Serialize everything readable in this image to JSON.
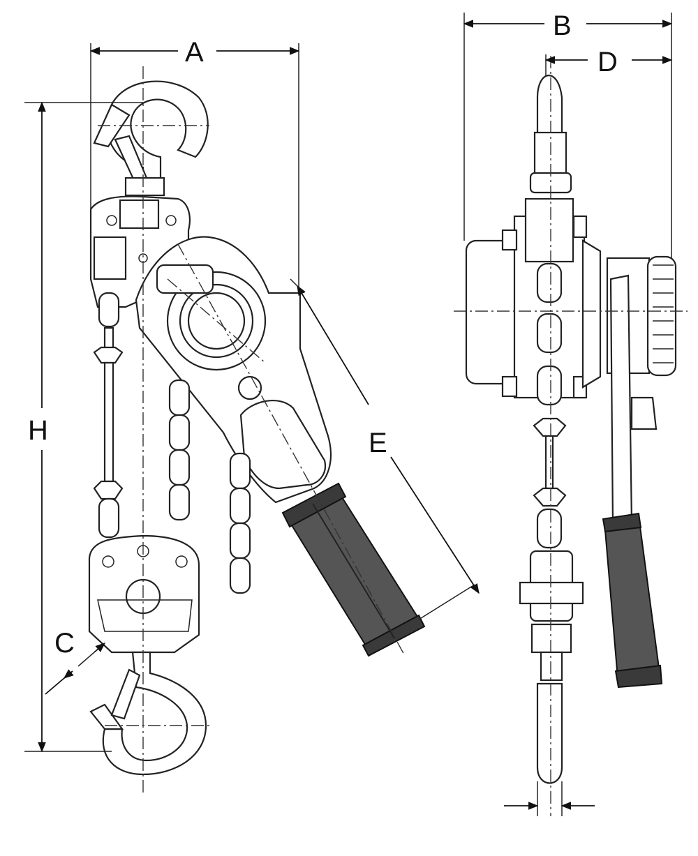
{
  "labels": {
    "a": "A",
    "b": "B",
    "c": "C",
    "d": "D",
    "e": "E",
    "h": "H"
  },
  "colors": {
    "line": "#222222",
    "grip": "#555555",
    "background": "#ffffff"
  }
}
